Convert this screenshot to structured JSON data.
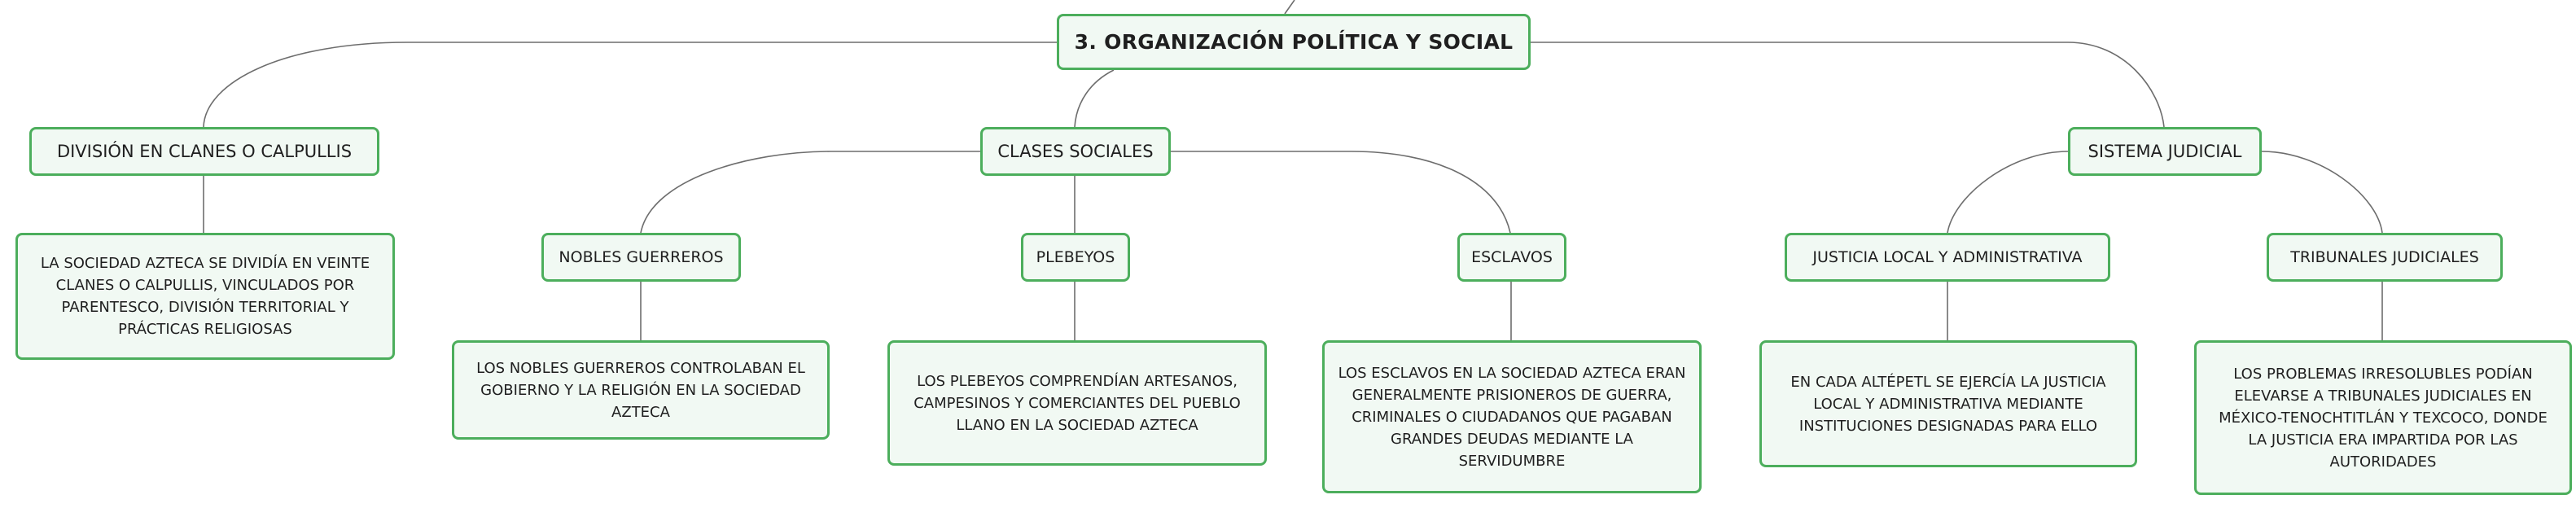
{
  "map": {
    "root": {
      "label": "3. ORGANIZACIÓN POLÍTICA Y SOCIAL"
    },
    "branches": {
      "calpullis": {
        "label": "DIVISIÓN EN CLANES O CALPULLIS",
        "detail": "LA SOCIEDAD AZTECA SE DIVIDÍA EN VEINTE CLANES O CALPULLIS, VINCULADOS POR PARENTESCO, DIVISIÓN TERRITORIAL Y PRÁCTICAS RELIGIOSAS"
      },
      "clases": {
        "label": "CLASES SOCIALES",
        "children": {
          "nobles": {
            "label": "NOBLES GUERREROS",
            "detail": "LOS NOBLES GUERREROS CONTROLABAN EL GOBIERNO Y LA RELIGIÓN EN LA SOCIEDAD AZTECA"
          },
          "plebeyos": {
            "label": "PLEBEYOS",
            "detail": "LOS PLEBEYOS COMPRENDÍAN ARTESANOS, CAMPESINOS Y COMERCIANTES DEL PUEBLO LLANO EN LA SOCIEDAD AZTECA"
          },
          "esclavos": {
            "label": "ESCLAVOS",
            "detail": "LOS ESCLAVOS EN LA SOCIEDAD AZTECA ERAN GENERALMENTE PRISIONEROS DE GUERRA, CRIMINALES O CIUDADANOS QUE PAGABAN GRANDES DEUDAS MEDIANTE LA SERVIDUMBRE"
          }
        }
      },
      "judicial": {
        "label": "SISTEMA JUDICIAL",
        "children": {
          "local": {
            "label": "JUSTICIA LOCAL Y ADMINISTRATIVA",
            "detail": "EN CADA ALTÉPETL SE EJERCÍA LA JUSTICIA LOCAL Y ADMINISTRATIVA MEDIANTE INSTITUCIONES DESIGNADAS PARA ELLO"
          },
          "tribunales": {
            "label": "TRIBUNALES JUDICIALES",
            "detail": "LOS PROBLEMAS IRRESOLUBLES PODÍAN ELEVARSE A TRIBUNALES JUDICIALES EN MÉXICO-TENOCHTITLÁN Y TEXCOCO, DONDE LA JUSTICIA ERA IMPARTIDA POR LAS AUTORIDADES"
          }
        }
      }
    }
  },
  "colors": {
    "node_border": "#4cae5c",
    "node_fill": "#f1f9f3",
    "connector": "#6d6d6d"
  }
}
